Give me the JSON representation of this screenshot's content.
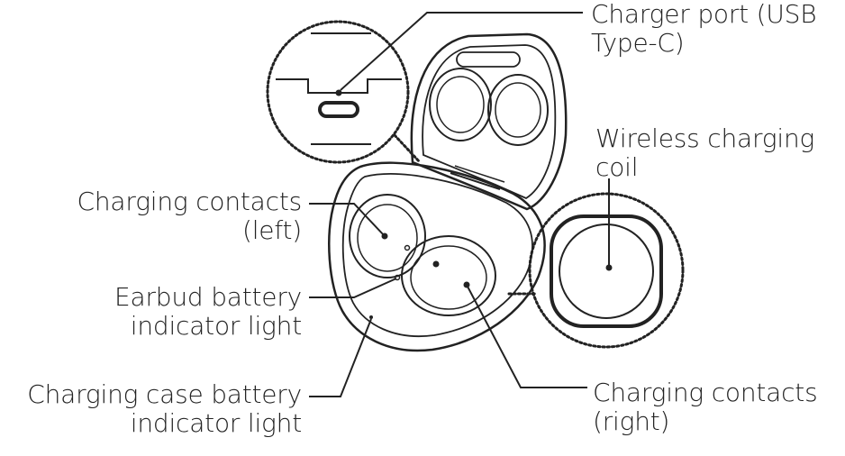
{
  "labels": {
    "charger_port": {
      "line1": "Charger port (USB",
      "line2": "Type-C)"
    },
    "wireless_coil": {
      "line1": "Wireless charging",
      "line2": "coil"
    },
    "contacts_left": {
      "line1": "Charging contacts",
      "line2": "(left)"
    },
    "earbud_light": {
      "line1": "Earbud battery",
      "line2": "indicator light"
    },
    "case_light": {
      "line1": "Charging case battery",
      "line2": "indicator light"
    },
    "contacts_right": {
      "line1": "Charging contacts",
      "line2": "(right)"
    }
  }
}
